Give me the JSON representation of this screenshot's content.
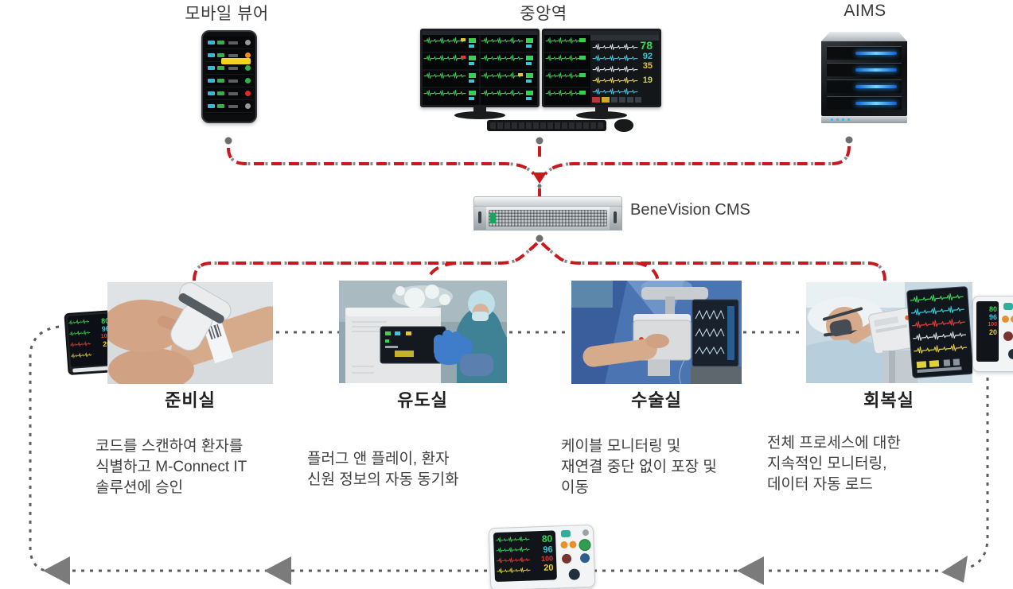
{
  "top_row": {
    "mobile_viewer_label": "모바일 뷰어",
    "central_station_label": "중앙역",
    "aims_label": "AIMS"
  },
  "cms_label": "BeneVision CMS",
  "rooms": [
    {
      "name": "준비실",
      "desc": "코드를 스캔하여 환자를\n식별하고 M-Connect IT\n솔루션에 승인"
    },
    {
      "name": "유도실",
      "desc": "플러그 앤 플레이, 환자\n신원 정보의 자동 동기화"
    },
    {
      "name": "수술실",
      "desc": "케이블 모니터링 및\n재연결 중단 없이 포장 및\n이동"
    },
    {
      "name": "회복실",
      "desc": "전체 프로세스에 대한\n지속적인 모니터링,\n데이터 자동 로드"
    }
  ],
  "central_panel": {
    "values": [
      {
        "text": "78",
        "color": "#3bd257"
      },
      {
        "text": "92",
        "color": "#35c8d8"
      },
      {
        "text": "35",
        "color": "#e4c431"
      },
      {
        "text": "19",
        "color": "#cdd64e"
      }
    ]
  },
  "vitals": [
    {
      "text": "80",
      "color": "#3bd257"
    },
    {
      "text": "96",
      "color": "#35c8d8"
    },
    {
      "text": "100",
      "color": "#e23b3b"
    },
    {
      "text": "20",
      "color": "#e0d03a"
    }
  ],
  "phone": {
    "alert_color": "#f2d322",
    "rows": [
      {
        "status_color": "#94999e"
      },
      {
        "status_color": "#f08a1d"
      },
      {
        "status_color": "#2fb14c"
      },
      {
        "status_color": "#2fb14c"
      },
      {
        "status_color": "#dd2a2a"
      },
      {
        "status_color": "#94999e"
      }
    ]
  },
  "colors": {
    "connector_red": "#c8191e",
    "connector_red_interleave": "#8a8a8a",
    "connector_gray": "#5c5c5c",
    "node_dot_gray": "#6f6f6f",
    "arrow_gray": "#7b7b7b"
  }
}
